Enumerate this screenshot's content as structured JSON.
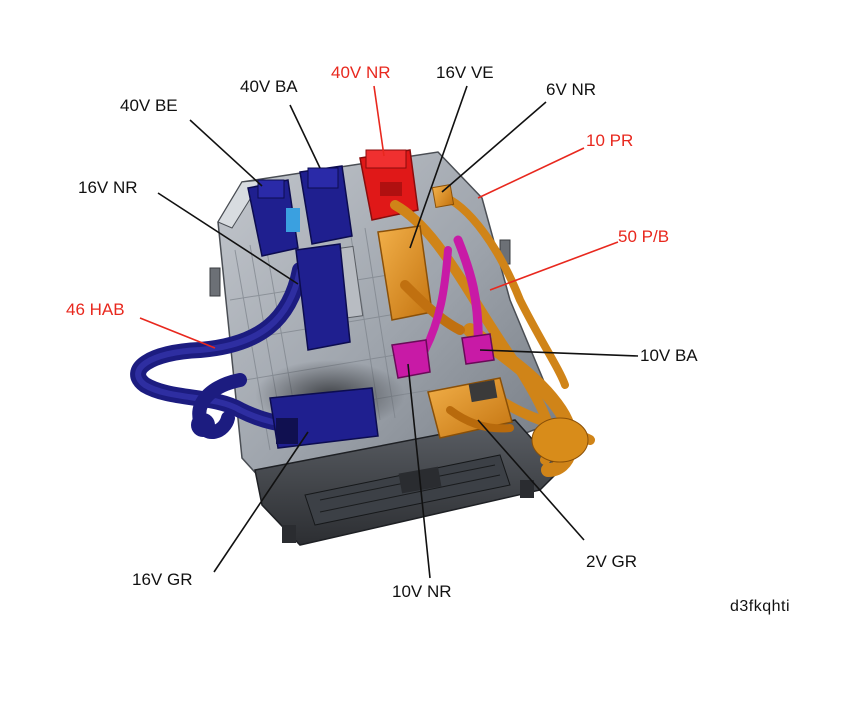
{
  "labels": {
    "v40_be": "40V BE",
    "v40_ba": "40V BA",
    "v40_nr": "40V NR",
    "v16_ve": "16V VE",
    "v6_nr": "6V NR",
    "v16_nr": "16V NR",
    "p10_pr": "10 PR",
    "p50_pb": "50 P/B",
    "h46_hab": "46 HAB",
    "v10_ba": "10V BA",
    "v16_gr": "16V GR",
    "v10_nr": "10V NR",
    "v2_gr": "2V GR"
  },
  "reference": "d3fkqhti",
  "colors": {
    "label_black": "#111111",
    "label_red": "#e8281e",
    "connector_blue": "#1f1f8f",
    "connector_red": "#e01818",
    "connector_orange": "#e0901c",
    "connector_magenta": "#c81aa6",
    "unit_body": "#9aa0a8"
  }
}
